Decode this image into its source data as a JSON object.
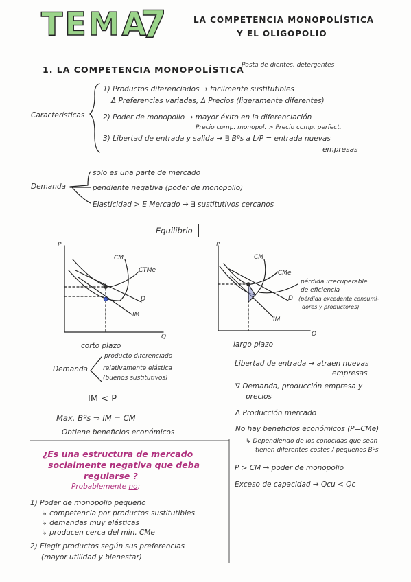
{
  "header": {
    "tema_word": "TEMA",
    "tema_number": "7",
    "subtitle_line1": "LA COMPETENCIA MONOPOLÍSTICA",
    "subtitle_line2": "Y EL OLIGOPOLIO"
  },
  "section1": {
    "heading": "1. LA COMPETENCIA MONOPOLÍSTICA",
    "side_note": "Pasta de dientes, detergentes",
    "caracteristicas_label": "Características",
    "items": [
      "1) Productos diferenciados → facilmente sustitutibles",
      "Δ Preferencias variadas, Δ Precios (ligeramente diferentes)",
      "2) Poder de monopolio → mayor éxito en la diferenciación",
      "Precio comp. monopol. > Precio comp. perfect.",
      "3) Libertad de entrada y salida → ∃ Bºs a L/P = entrada nuevas",
      "empresas"
    ],
    "demanda_label": "Demanda",
    "demanda_items": [
      "solo es una parte de mercado",
      "pendiente negativa (poder de monopolio)",
      "Elasticidad > E Mercado → ∃ sustitutivos cercanos"
    ]
  },
  "equilibrio": {
    "label": "Equilibrio",
    "left_graph": {
      "p": "P",
      "q": "Q",
      "cm": "CM",
      "ctme": "CTMe",
      "d": "D",
      "im": "IM",
      "caption": "corto plazo"
    },
    "right_graph": {
      "p": "P",
      "q": "Q",
      "cm": "CM",
      "cme": "CMe",
      "d": "D",
      "im": "IM",
      "caption": "largo plazo",
      "annotation_1": "pérdida irrecuperable",
      "annotation_2": "de eficiencia",
      "annotation_3": "(pérdida excedente consumi-",
      "annotation_4": "dores y productores)"
    }
  },
  "corto_plazo": {
    "demanda_label": "Demanda",
    "items": [
      "producto diferenciado",
      "relativamente elástica",
      "(buenos sustitutivos)"
    ],
    "eq1": "IM < P",
    "eq2": "Max. Bºs ⇒ IM = CM",
    "conclusion": "Obtiene beneficios económicos"
  },
  "largo_plazo": {
    "items": [
      "Libertad de entrada → atraen nuevas",
      "empresas",
      "∇ Demanda, producción empresa y",
      "precios",
      "Δ Producción mercado",
      "No hay beneficios económicos (P=CMe)",
      "↳ Dependiendo de los conocidas que sean",
      "tienen diferentes costes / pequeños Bºs",
      "P > CM → poder de monopolio",
      "Exceso de capacidad → Qcu < Qc"
    ]
  },
  "question": {
    "line1": "¿Es una estructura de mercado",
    "line2": "socialmente negativa que deba",
    "line3": "regularse ?",
    "answer_prefix": "Probablemente",
    "answer_word": "no",
    "answer_suffix": ":",
    "points": [
      "1) Poder de monopolio pequeño",
      "↳ competencia por productos sustitutibles",
      "↳ demandas muy elásticas",
      "↳ producen cerca del min. CMe",
      "2) Elegir productos según sus preferencias",
      "(mayor utilidad y bienestar)"
    ]
  }
}
